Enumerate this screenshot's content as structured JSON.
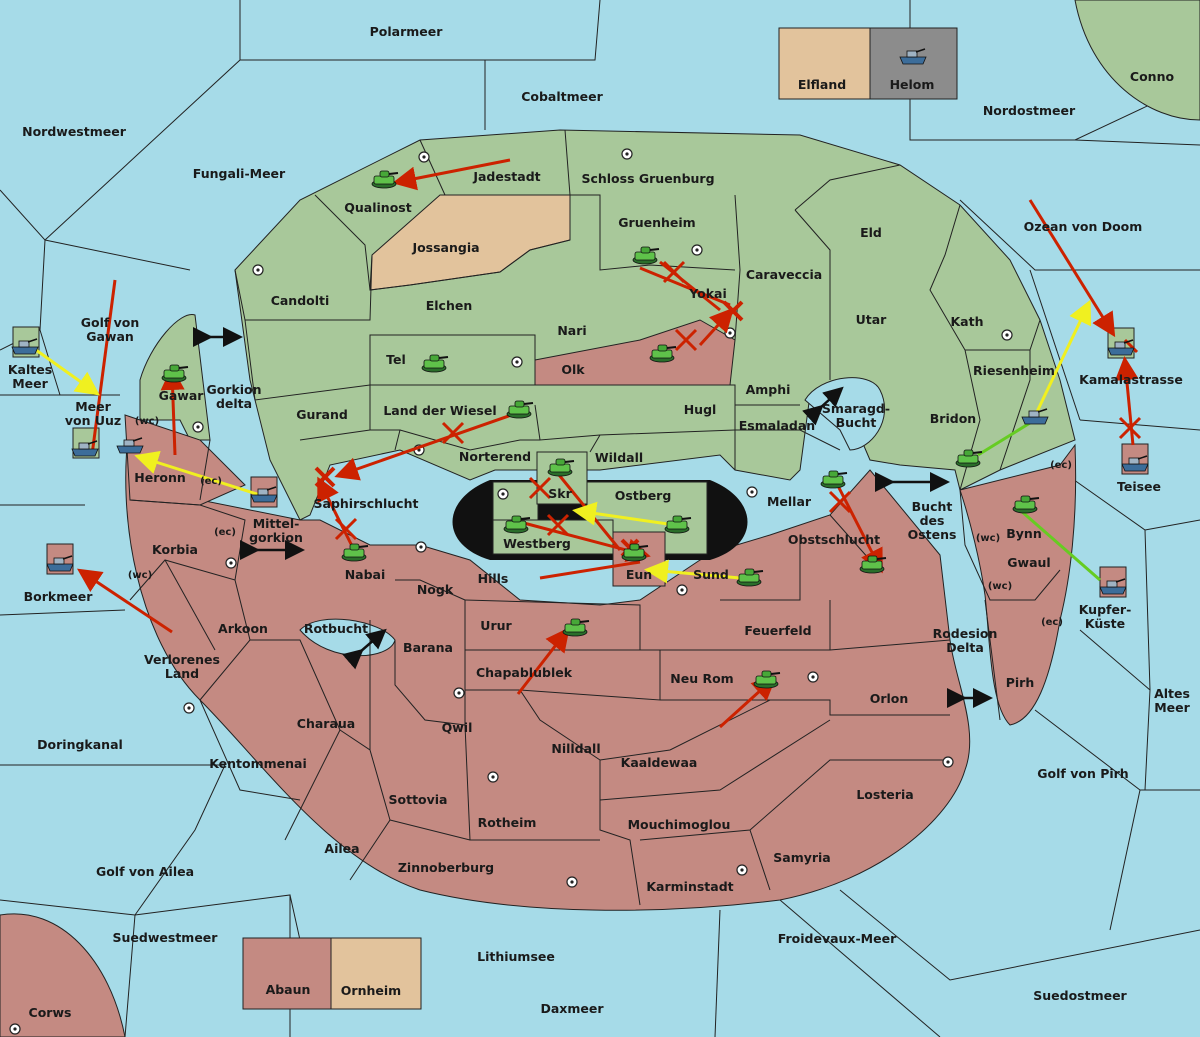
{
  "colors": {
    "sea": "#a6dbe8",
    "land_green": "#a8c89a",
    "land_red": "#c48a82",
    "land_tan": "#e2c39c",
    "neutral_gray": "#8c8c8c",
    "move_red": "#cc2200",
    "move_yellow": "#f0f020",
    "move_green": "#66cc22"
  },
  "legend": {
    "items": [
      {
        "label": "Elfland",
        "color": "#e2c39c"
      },
      {
        "label": "Helom",
        "color": "#8c8c8c",
        "icon": "fleet-icon"
      }
    ]
  },
  "home_boxes": {
    "items": [
      {
        "label": "Abaun",
        "color": "#c48a82"
      },
      {
        "label": "Ornheim",
        "color": "#e2c39c"
      }
    ]
  },
  "provinces": {
    "seas": [
      "Polarmeer",
      "Cobaltmeer",
      "Conno",
      "Nordostmeer",
      "Nordwestmeer",
      "Fungali-Meer",
      "Ozean von Doom",
      "Golf von Gawan",
      "Kaltes Meer",
      "Meer von Uuz",
      "Borkmeer",
      "Doringkanal",
      "Golf von Ailea",
      "Suedwestmeer",
      "Corws",
      "Lithiumsee",
      "Daxmeer",
      "Froidevaux-Meer",
      "Suedostmeer",
      "Altes Meer",
      "Golf von Pirh",
      "Mittel-gorkion",
      "Gorkion delta",
      "Rotbucht",
      "Smaragd-Bucht",
      "Bucht des Ostens",
      "Rodesion Delta",
      "Kupfer-Küste",
      "Kamalastrasse",
      "Teisee"
    ],
    "green": [
      "Qualinost",
      "Jadestadt",
      "Schloss Gruenburg",
      "Gruenheim",
      "Caraveccia",
      "Eld",
      "Utar",
      "Kath",
      "Riesenheim",
      "Bridon",
      "Candolti",
      "Elchen",
      "Nari",
      "Tel",
      "Gurand",
      "Land der Wiesel",
      "Norterend",
      "Hugl",
      "Amphi",
      "Esmaladan",
      "Wildall",
      "Mellar",
      "Gawar",
      "Skr",
      "Ostberg",
      "Westberg",
      "Yokai"
    ],
    "red": [
      "Olk",
      "Saphirschlucht",
      "Nabai",
      "Heronn",
      "Korbia",
      "Arkoon",
      "Verlorenes Land",
      "Kentommenai",
      "Charaua",
      "Ailea",
      "Zinnoberburg",
      "Sottovia",
      "Qwil",
      "Barana",
      "Nogk",
      "Hills",
      "Urur",
      "Chapablublek",
      "Nilldall",
      "Rotheim",
      "Kaaldewaa",
      "Mouchimoglou",
      "Karminstadt",
      "Samyria",
      "Losteria",
      "Orlon",
      "Neu Rom",
      "Feuerfeld",
      "Obstschlucht",
      "Sund",
      "Eun",
      "Bynn",
      "Gwaul",
      "Pirh"
    ],
    "tan": [
      "Jossangia"
    ]
  },
  "coast_tags": {
    "wc": "(wc)",
    "ec": "(ec)"
  },
  "units": {
    "armies": [
      "Qualinost",
      "Gruenheim",
      "Olk",
      "Tel",
      "Land der Wiesel",
      "Gawar",
      "Skr",
      "Westberg",
      "Ostberg",
      "Eun",
      "Sund",
      "Nabai",
      "Mellar",
      "Obstschlucht",
      "Bridon",
      "Bynn",
      "Urur",
      "Neu Rom"
    ],
    "fleets": [
      "Kaltes Meer",
      "Meer von Uuz",
      "Heronn",
      "Mittel-gorkion",
      "Borkmeer",
      "Kamalastrasse",
      "Teisee",
      "Kupfer-Küste",
      "Riesenheim",
      "Helom"
    ]
  }
}
